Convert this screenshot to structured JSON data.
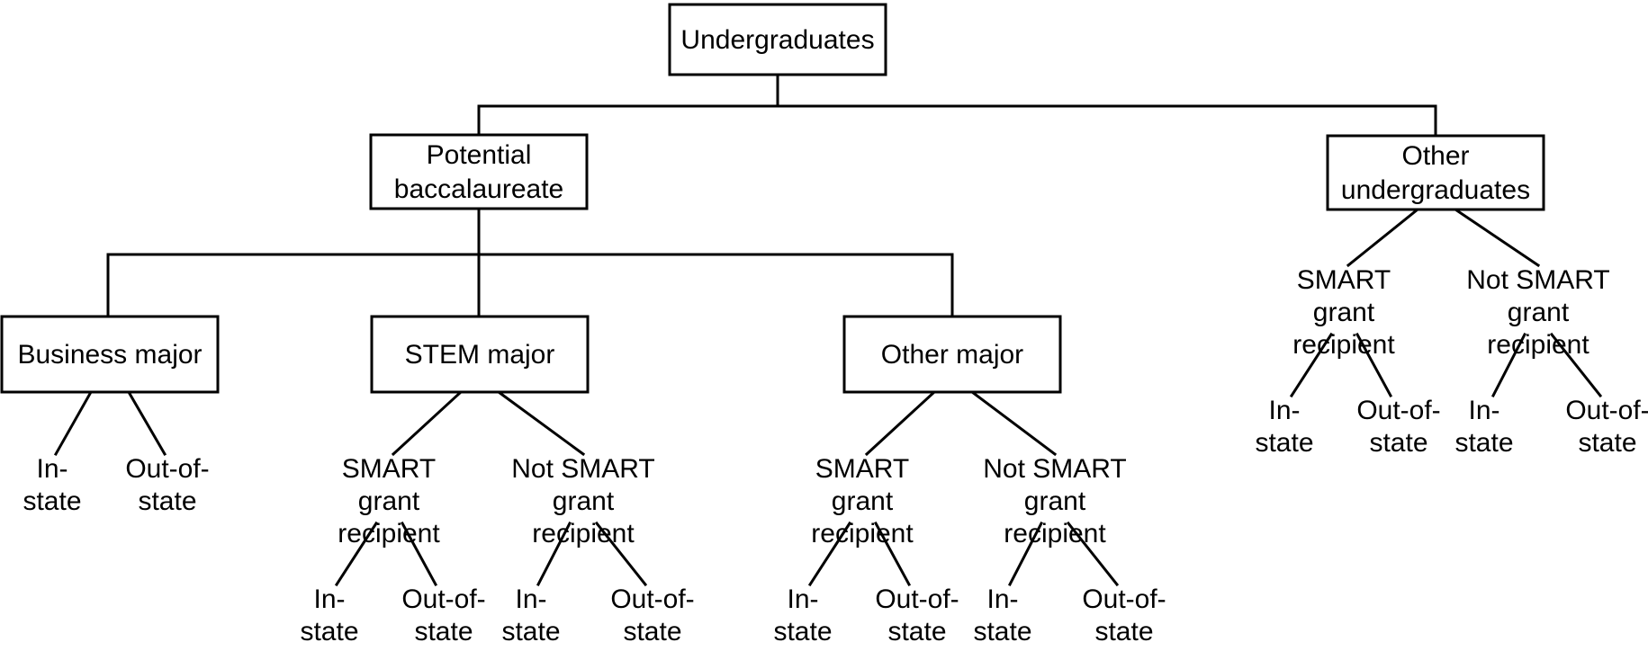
{
  "diagram": {
    "title": "Undergraduates classification tree",
    "type": "tree-diagram",
    "stroke_color": "#000000",
    "fill_color": "#ffffff",
    "background_color": "#ffffff"
  },
  "nodes": {
    "root": {
      "label": "Undergraduates"
    },
    "potential_baccalaureate": {
      "line1": "Potential",
      "line2": "baccalaureate"
    },
    "other_undergraduates": {
      "line1": "Other",
      "line2": "undergraduates"
    },
    "business_major": {
      "label": "Business major"
    },
    "stem_major": {
      "label": "STEM major"
    },
    "other_major": {
      "label": "Other major"
    },
    "smart_grant": {
      "line1": "SMART",
      "line2": "grant",
      "line3": "recipient"
    },
    "not_smart_grant": {
      "line1": "Not SMART",
      "line2": "grant",
      "line3": "recipient"
    },
    "in_state": {
      "line1": "In-",
      "line2": "state"
    },
    "out_of_state": {
      "line1": "Out-of-",
      "line2": "state"
    }
  },
  "tree": {
    "label": "Undergraduates",
    "children": [
      {
        "label": "Potential baccalaureate",
        "children": [
          {
            "label": "Business major",
            "children": [
              {
                "label": "In-state"
              },
              {
                "label": "Out-of-state"
              }
            ]
          },
          {
            "label": "STEM major",
            "children": [
              {
                "label": "SMART grant recipient",
                "children": [
                  {
                    "label": "In-state"
                  },
                  {
                    "label": "Out-of-state"
                  }
                ]
              },
              {
                "label": "Not SMART grant recipient",
                "children": [
                  {
                    "label": "In-state"
                  },
                  {
                    "label": "Out-of-state"
                  }
                ]
              }
            ]
          },
          {
            "label": "Other major",
            "children": [
              {
                "label": "SMART grant recipient",
                "children": [
                  {
                    "label": "In-state"
                  },
                  {
                    "label": "Out-of-state"
                  }
                ]
              },
              {
                "label": "Not SMART grant recipient",
                "children": [
                  {
                    "label": "In-state"
                  },
                  {
                    "label": "Out-of-state"
                  }
                ]
              }
            ]
          }
        ]
      },
      {
        "label": "Other undergraduates",
        "children": [
          {
            "label": "SMART grant recipient",
            "children": [
              {
                "label": "In-state"
              },
              {
                "label": "Out-of-state"
              }
            ]
          },
          {
            "label": "Not SMART grant recipient",
            "children": [
              {
                "label": "In-state"
              },
              {
                "label": "Out-of-state"
              }
            ]
          }
        ]
      }
    ]
  }
}
